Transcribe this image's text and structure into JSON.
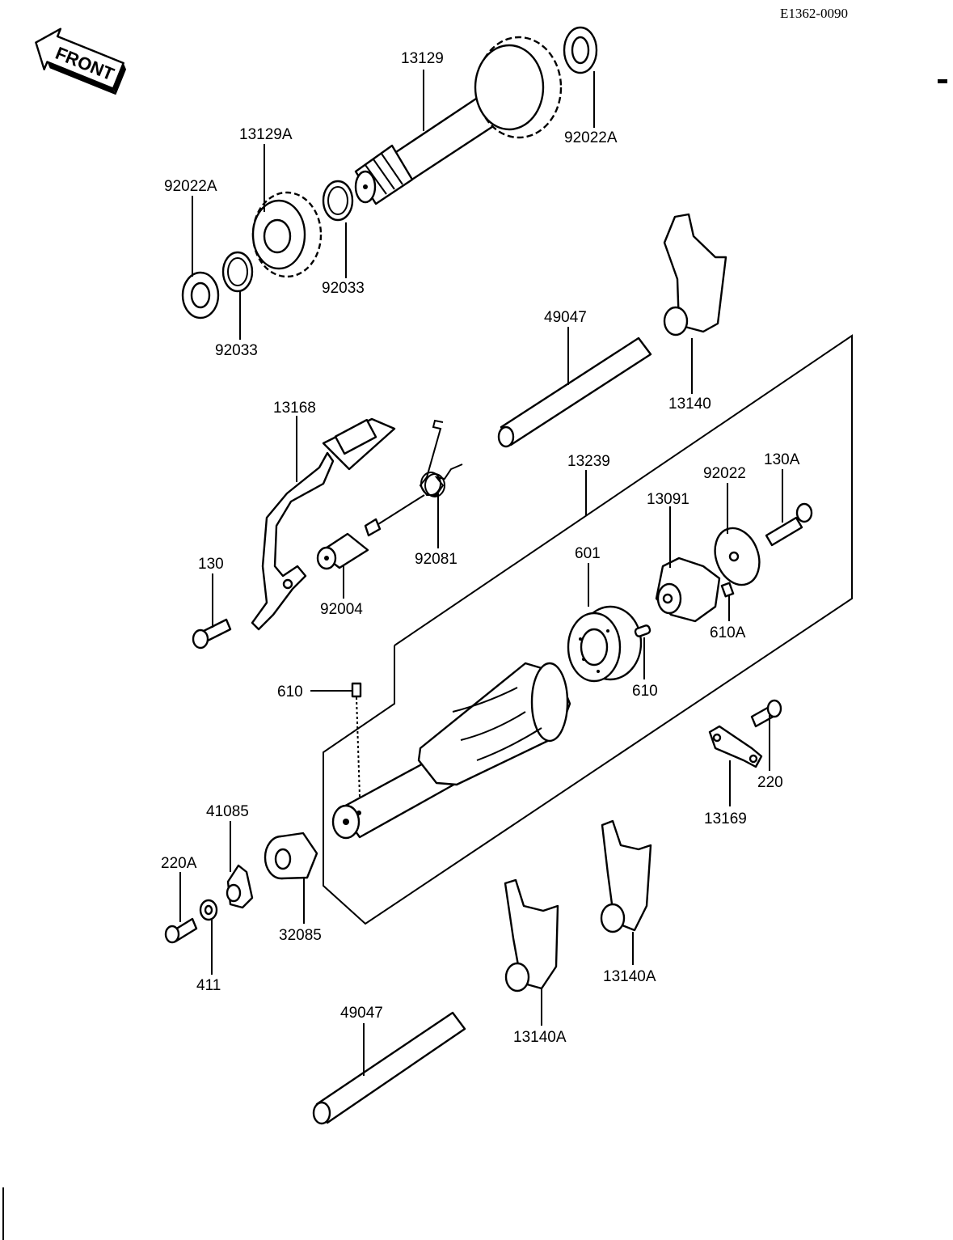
{
  "diagram_code": "E1362-0090",
  "front_badge": "FRONT",
  "labels": {
    "p13129": "13129",
    "p92022A_top": "92022A",
    "p13129A": "13129A",
    "p92022A_left": "92022A",
    "p92033_right": "92033",
    "p92033_left": "92033",
    "p49047_top": "49047",
    "p13140": "13140",
    "p13168": "13168",
    "p92081": "92081",
    "p130": "130",
    "p92004": "92004",
    "p13239": "13239",
    "p130A": "130A",
    "p92022": "92022",
    "p13091": "13091",
    "p601": "601",
    "p610A": "610A",
    "p610_right": "610",
    "p610_left": "610",
    "p220": "220",
    "p13169": "13169",
    "p41085": "41085",
    "p220A": "220A",
    "p32085": "32085",
    "p411": "411",
    "p13140A_right": "13140A",
    "p13140A_left": "13140A",
    "p49047_bottom": "49047"
  }
}
